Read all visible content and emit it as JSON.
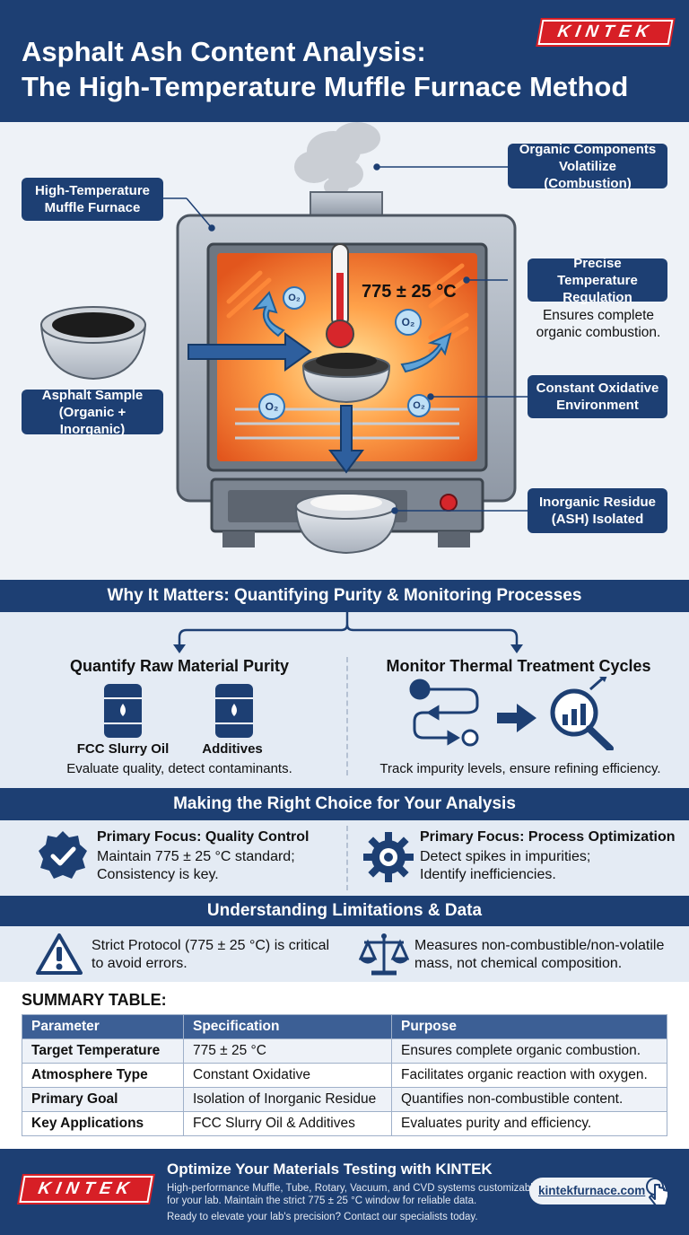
{
  "header": {
    "title_line1": "Asphalt Ash Content Analysis:",
    "title_line2": "The High-Temperature Muffle Furnace Method",
    "brand": "KINTEK"
  },
  "diagram": {
    "callouts": {
      "furnace": "High-Temperature\nMuffle Furnace",
      "volatilize": "Organic Components\nVolatilize (Combustion)",
      "temp_regulation": "Precise Temperature\nRegulation",
      "temp_note": "Ensures complete\norganic combustion.",
      "oxidative": "Constant Oxidative\nEnvironment",
      "sample": "Asphalt Sample\n(Organic + Inorganic)",
      "residue": "Inorganic Residue\n(ASH) Isolated"
    },
    "temperature": "775 ± 25 °C",
    "o2_label": "O₂"
  },
  "why": {
    "title": "Why It Matters: Quantifying Purity & Monitoring Processes",
    "left": {
      "title": "Quantify Raw Material Purity",
      "item1": "FCC Slurry Oil",
      "item2": "Additives",
      "caption": "Evaluate quality, detect contaminants."
    },
    "right": {
      "title": "Monitor Thermal Treatment Cycles",
      "caption": "Track impurity levels, ensure refining efficiency."
    }
  },
  "choice": {
    "title": "Making the Right Choice for Your Analysis",
    "left": {
      "title": "Primary Focus: Quality Control",
      "line1": "Maintain 775 ± 25 °C standard;",
      "line2": "Consistency is key."
    },
    "right": {
      "title": "Primary Focus: Process Optimization",
      "line1": "Detect spikes in impurities;",
      "line2": "Identify inefficiencies."
    }
  },
  "limits": {
    "title": "Understanding Limitations & Data",
    "left_line1": "Strict Protocol (775 ± 25 °C) is critical",
    "left_line2": "to avoid errors.",
    "right_line1": "Measures non-combustible/non-volatile",
    "right_line2": "mass, not chemical composition."
  },
  "summary": {
    "title": "SUMMARY TABLE:",
    "headers": [
      "Parameter",
      "Specification",
      "Purpose"
    ],
    "rows": [
      [
        "Target Temperature",
        "775 ± 25 °C",
        "Ensures complete organic combustion."
      ],
      [
        "Atmosphere Type",
        "Constant Oxidative",
        "Facilitates organic reaction with oxygen."
      ],
      [
        "Primary Goal",
        "Isolation of Inorganic Residue",
        "Quantifies non-combustible content."
      ],
      [
        "Key Applications",
        "FCC Slurry Oil & Additives",
        "Evaluates purity and efficiency."
      ]
    ]
  },
  "footer": {
    "brand": "KINTEK",
    "title": "Optimize Your Materials Testing with KINTEK",
    "line1": "High-performance Muffle, Tube, Rotary, Vacuum, and CVD systems customizable",
    "line2": "for your lab. Maintain the strict 775 ± 25 °C window for reliable data.",
    "line3": "Ready to elevate your lab's precision? Contact our specialists today.",
    "url": "kintekfurnace.com"
  },
  "colors": {
    "navy": "#1d3f73",
    "brand_red": "#d71f26",
    "chamber_orange": "#f07a2c",
    "light_panel": "#e4ebf4"
  }
}
